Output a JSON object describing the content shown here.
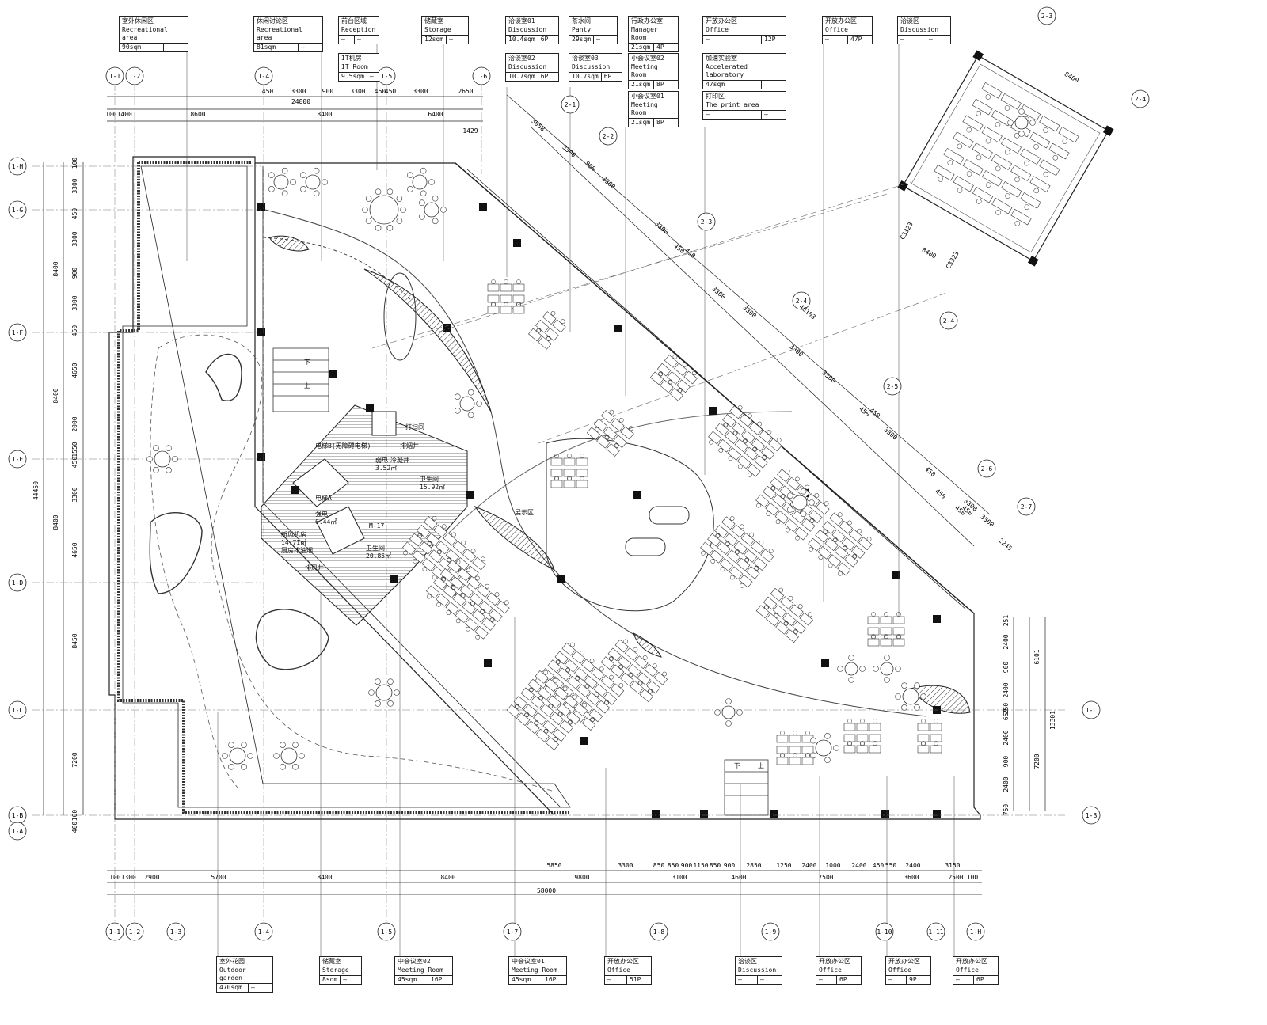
{
  "room_tags": [
    {
      "id": "t1",
      "cn": "室外休闲区",
      "en": "Recreational area",
      "area": "90sqm",
      "cap": ""
    },
    {
      "id": "t2",
      "cn": "休闲讨论区",
      "en": "Recreational area",
      "area": "81sqm",
      "cap": "–"
    },
    {
      "id": "t3",
      "cn": "前台区域",
      "en": "Reception",
      "area": "–",
      "cap": "–"
    },
    {
      "id": "t4",
      "cn": "储藏室",
      "en": "Storage",
      "area": "12sqm",
      "cap": "–"
    },
    {
      "id": "t5",
      "cn": "IT机房",
      "en": "IT Room",
      "area": "9.5sqm",
      "cap": "–"
    },
    {
      "id": "t6",
      "cn": "洽谈室01",
      "en": "Discussion",
      "area": "10.4sqm",
      "cap": "6P"
    },
    {
      "id": "t7",
      "cn": "洽谈室02",
      "en": "Discussion",
      "area": "10.7sqm",
      "cap": "6P"
    },
    {
      "id": "t8",
      "cn": "茶水间",
      "en": "Panty",
      "area": "29sqm",
      "cap": "–"
    },
    {
      "id": "t9",
      "cn": "洽谈室03",
      "en": "Discussion",
      "area": "10.7sqm",
      "cap": "6P"
    },
    {
      "id": "t10",
      "cn": "行政办公室",
      "en": "Manager Room",
      "area": "21sqm",
      "cap": "4P"
    },
    {
      "id": "t11",
      "cn": "小会议室02",
      "en": "Meeting Room",
      "area": "21sqm",
      "cap": "8P"
    },
    {
      "id": "t12",
      "cn": "小会议室01",
      "en": "Meeting Room",
      "area": "21sqm",
      "cap": "8P"
    },
    {
      "id": "t13",
      "cn": "开放办公区",
      "en": "Office",
      "area": "–",
      "cap": "12P"
    },
    {
      "id": "t14",
      "cn": "加速实验室",
      "en": "Accelerated laboratory",
      "area": "47sqm",
      "cap": ""
    },
    {
      "id": "t15",
      "cn": "打印区",
      "en": "The print area",
      "area": "–",
      "cap": "–"
    },
    {
      "id": "t16",
      "cn": "开放办公区",
      "en": "Office",
      "area": "–",
      "cap": "47P"
    },
    {
      "id": "t17",
      "cn": "洽谈区",
      "en": "Discussion",
      "area": "–",
      "cap": "–"
    },
    {
      "id": "b1",
      "cn": "室外花园",
      "en": "Outdoor garden",
      "area": "470sqm",
      "cap": "–"
    },
    {
      "id": "b2",
      "cn": "储藏室",
      "en": "Storage",
      "area": "8sqm",
      "cap": "–"
    },
    {
      "id": "b3",
      "cn": "中会议室02",
      "en": "Meeting Room",
      "area": "45sqm",
      "cap": "16P"
    },
    {
      "id": "b4",
      "cn": "中会议室01",
      "en": "Meeting Room",
      "area": "45sqm",
      "cap": "16P"
    },
    {
      "id": "b5",
      "cn": "开放办公区",
      "en": "Office",
      "area": "–",
      "cap": "51P"
    },
    {
      "id": "b6",
      "cn": "洽谈区",
      "en": "Discussion",
      "area": "–",
      "cap": "–"
    },
    {
      "id": "b7",
      "cn": "开放办公区",
      "en": "Office",
      "area": "–",
      "cap": "6P"
    },
    {
      "id": "b8",
      "cn": "开放办公区",
      "en": "Office",
      "area": "–",
      "cap": "9P"
    },
    {
      "id": "b9",
      "cn": "开放办公区",
      "en": "Office",
      "area": "–",
      "cap": "6P"
    }
  ],
  "axes": {
    "top_vertical": [
      "1-1",
      "1-2",
      "1-4",
      "1-5",
      "1-6"
    ],
    "bottom_vertical": [
      "1-1",
      "1-2",
      "1-3",
      "1-4",
      "1-5",
      "1-7",
      "1-8",
      "1-9",
      "1-10",
      "1-11",
      "1-H"
    ],
    "left_horizontal": [
      "1-H",
      "1-G",
      "1-F",
      "1-E",
      "1-D",
      "1-C",
      "1-B",
      "1-A"
    ],
    "right_horizontal": [
      "1-C",
      "1-B"
    ],
    "diagonal": [
      "2-1",
      "2-2",
      "2-3",
      "2-4",
      "2-5",
      "2-6",
      "2-7"
    ],
    "annex": [
      "2-3",
      "2-4",
      "2-4"
    ]
  },
  "dimensions": {
    "top_row1": [
      "450",
      "3300",
      "900",
      "3300",
      "450",
      "450",
      "3300",
      "2650"
    ],
    "top_row2": [
      "24800"
    ],
    "top_row3": [
      "1001400",
      "8600",
      "8400",
      "6400"
    ],
    "top_misc": [
      "1429"
    ],
    "left_col1": [
      "100",
      "3300",
      "450",
      "3300",
      "900",
      "3300",
      "450",
      "4650",
      "2000",
      "1550",
      "450",
      "3300",
      "4650",
      "8450",
      "7200",
      "100",
      "400"
    ],
    "left_col2": [
      "8400",
      "8400",
      "8400"
    ],
    "left_total": "44450",
    "bottom_row1": [
      "5850",
      "3300",
      "850",
      "850",
      "900",
      "1150",
      "850",
      "900",
      "2850",
      "1250",
      "2400",
      "1000",
      "2400",
      "450",
      "550",
      "2400",
      "3150"
    ],
    "bottom_row2": [
      "1001300",
      "2900",
      "5700",
      "8400",
      "8400",
      "9800",
      "3100",
      "4600",
      "7500",
      "3600",
      "2500",
      "100"
    ],
    "bottom_total": "58000",
    "right_col": [
      "251",
      "2400",
      "900",
      "2400",
      "250",
      "650",
      "2400",
      "900",
      "2400",
      "750"
    ],
    "right_sub": [
      "6101",
      "7200"
    ],
    "right_total": "13301",
    "diag_dims": [
      "3058",
      "3300",
      "900",
      "3300",
      "3300",
      "450",
      "450",
      "3300",
      "3300",
      "3300",
      "46103",
      "3300",
      "450",
      "450",
      "3300",
      "450",
      "450",
      "3300",
      "450",
      "450",
      "3300",
      "2245"
    ],
    "annex_dims": [
      "8400",
      "8400",
      "C3323",
      "C3323"
    ]
  },
  "interior_labels": {
    "stair_down": "下",
    "stair_up": "上",
    "elevator": "电梯B(无障碍电梯)",
    "elevator_a": "电梯A",
    "strong_power": "强电",
    "strong_area": "6.44㎡",
    "weak_power": "弱电",
    "weak_area": "3.52㎡",
    "fresh_air": "新风机房",
    "fresh_area": "14.71㎡",
    "kitchen_exhaust": "厨房排油烟",
    "exhaust_shaft": "排风井",
    "smoke_shaft": "排烟井",
    "cold_water": "冷凝井",
    "cleaning": "打扫间",
    "toilet1": "卫生间",
    "toilet1_area": "15.92㎡",
    "toilet2": "卫生间",
    "toilet2_area": "20.85㎡",
    "display": "展示区",
    "fire_hydrant": "M-17"
  }
}
